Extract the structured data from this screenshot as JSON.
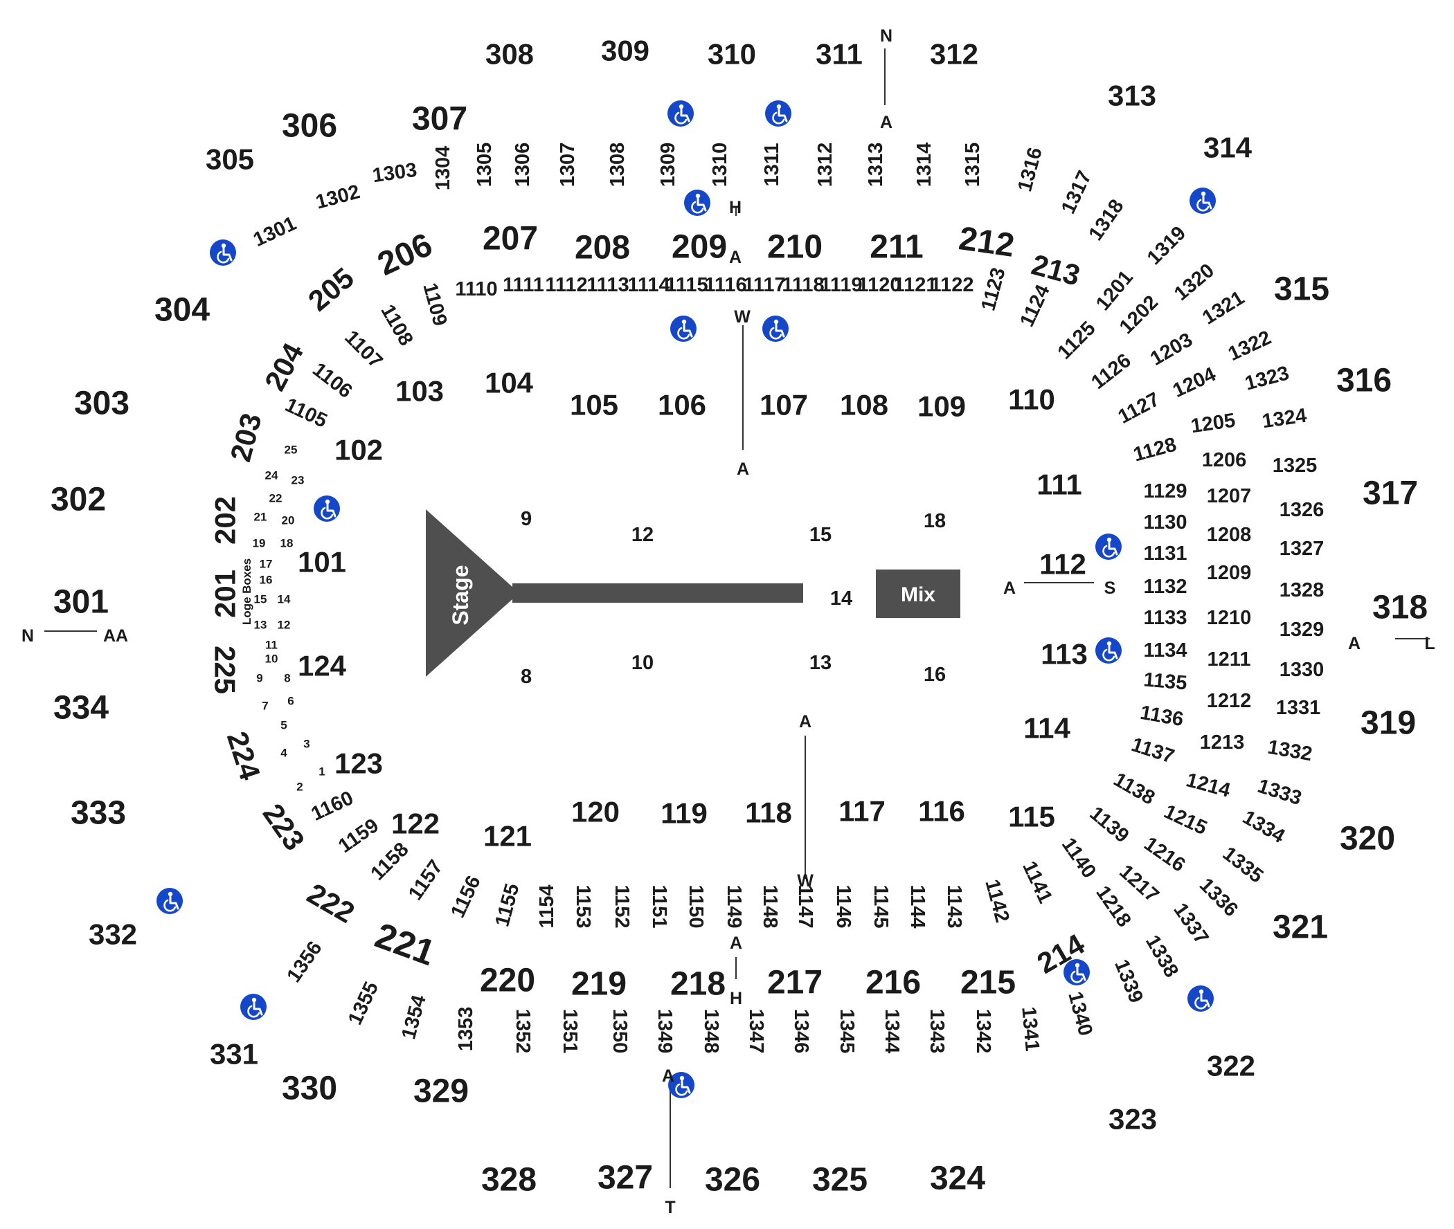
{
  "venue": {
    "stage_label": "Stage",
    "mix_label": "Mix",
    "loge_label": "Loge Boxes",
    "colors": {
      "stage": "#4f4f4f",
      "text": "#1b1b1b",
      "ada": "#1447c9",
      "background": "#ffffff"
    }
  },
  "aisle_markers": [
    {
      "id": "north-top",
      "letters": [
        "N",
        "A"
      ]
    },
    {
      "id": "west-left",
      "letters": [
        "N",
        "AA"
      ]
    },
    {
      "id": "center-top",
      "letters": [
        "H",
        "A",
        "W",
        "A"
      ]
    },
    {
      "id": "east-right",
      "letters": [
        "A",
        "S"
      ]
    },
    {
      "id": "far-east",
      "letters": [
        "A",
        "L"
      ]
    },
    {
      "id": "center-bottom",
      "letters": [
        "A",
        "W",
        "A",
        "H"
      ]
    },
    {
      "id": "south-bottom",
      "letters": [
        "A",
        "T"
      ]
    }
  ],
  "accessible_icon": "wheelchair-icon",
  "floor_sections": [
    "8",
    "9",
    "10",
    "12",
    "13",
    "14",
    "15",
    "16",
    "18"
  ],
  "loge_boxes": [
    "1",
    "2",
    "3",
    "4",
    "5",
    "6",
    "7",
    "8",
    "9",
    "10",
    "11",
    "12",
    "13",
    "14",
    "15",
    "16",
    "17",
    "18",
    "19",
    "20",
    "21",
    "22",
    "23",
    "24",
    "25"
  ],
  "sections_100": [
    "101",
    "102",
    "103",
    "104",
    "105",
    "106",
    "107",
    "108",
    "109",
    "110",
    "111",
    "112",
    "113",
    "114",
    "115",
    "116",
    "117",
    "118",
    "119",
    "120",
    "121",
    "122",
    "123",
    "124"
  ],
  "sections_200": [
    "201",
    "202",
    "203",
    "204",
    "205",
    "206",
    "207",
    "208",
    "209",
    "210",
    "211",
    "212",
    "213",
    "214",
    "215",
    "216",
    "217",
    "218",
    "219",
    "220",
    "221",
    "222",
    "223",
    "224",
    "225"
  ],
  "sections_300": [
    "301",
    "302",
    "303",
    "304",
    "305",
    "306",
    "307",
    "308",
    "309",
    "310",
    "311",
    "312",
    "313",
    "314",
    "315",
    "316",
    "317",
    "318",
    "319",
    "320",
    "321",
    "322",
    "323",
    "324",
    "325",
    "326",
    "327",
    "328",
    "329",
    "330",
    "331",
    "332",
    "333",
    "334"
  ],
  "rows_1100": [
    "1105",
    "1106",
    "1107",
    "1108",
    "1109",
    "1110",
    "1111",
    "1112",
    "1113",
    "1114",
    "1115",
    "1116",
    "1117",
    "1118",
    "1119",
    "1120",
    "1121",
    "1122",
    "1123",
    "1124",
    "1125",
    "1126",
    "1127",
    "1128",
    "1129",
    "1130",
    "1131",
    "1132",
    "1133",
    "1134",
    "1135",
    "1136",
    "1137",
    "1138",
    "1139",
    "1140",
    "1141",
    "1142",
    "1143",
    "1144",
    "1145",
    "1146",
    "1147",
    "1148",
    "1149",
    "1150",
    "1151",
    "1152",
    "1153",
    "1154",
    "1155",
    "1156",
    "1157",
    "1158",
    "1159",
    "1160"
  ],
  "rows_1200": [
    "1201",
    "1202",
    "1203",
    "1204",
    "1205",
    "1206",
    "1207",
    "1208",
    "1209",
    "1210",
    "1211",
    "1212",
    "1213",
    "1214",
    "1215",
    "1216",
    "1217",
    "1218"
  ],
  "rows_1300": [
    "1301",
    "1302",
    "1303",
    "1304",
    "1305",
    "1306",
    "1307",
    "1308",
    "1309",
    "1310",
    "1311",
    "1312",
    "1313",
    "1314",
    "1315",
    "1316",
    "1317",
    "1318",
    "1319",
    "1320",
    "1321",
    "1322",
    "1323",
    "1324",
    "1325",
    "1326",
    "1327",
    "1328",
    "1329",
    "1330",
    "1331",
    "1332",
    "1333",
    "1334",
    "1335",
    "1336",
    "1337",
    "1338",
    "1339",
    "1340",
    "1341",
    "1342",
    "1343",
    "1344",
    "1345",
    "1346",
    "1347",
    "1348",
    "1349",
    "1350",
    "1351",
    "1352",
    "1353",
    "1354",
    "1355",
    "1356"
  ]
}
